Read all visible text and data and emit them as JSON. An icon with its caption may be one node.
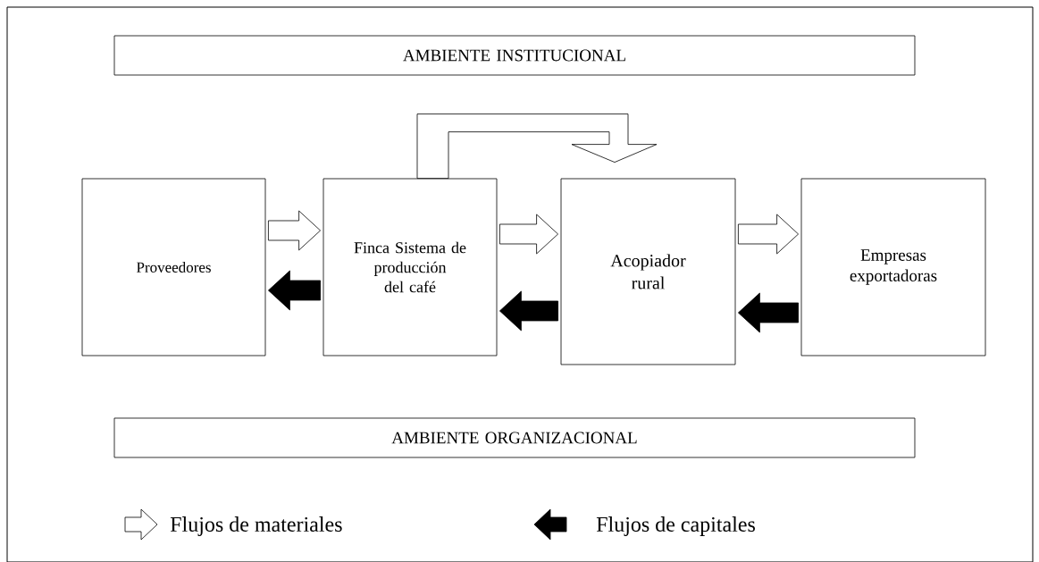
{
  "diagram": {
    "nodes": [
      {
        "text": [
          "AMBIENTE INSTITUCIONAL"
        ]
      },
      {
        "text": [
          "Proveedores"
        ]
      },
      {
        "text": [
          "Finca Sistema de producción del café"
        ]
      },
      {
        "text": [
          "Acopiador rural"
        ]
      },
      {
        "text": [
          "Empresas exportadoras"
        ]
      },
      {
        "text": [
          "AMBIENTE ORGANIZACIONAL"
        ]
      }
    ],
    "edges": [
      {
        "from": 1,
        "to": 2,
        "arrow": "to"
      },
      {
        "from": 2,
        "to": 1,
        "arrow": "to",
        "color": "#000000"
      },
      {
        "from": 2,
        "to": 3,
        "arrow": "to"
      },
      {
        "from": 3,
        "to": 2,
        "arrow": "to",
        "color": "#000000"
      },
      {
        "from": 3,
        "to": 4,
        "arrow": "to"
      },
      {
        "from": 4,
        "to": 3,
        "arrow": "to",
        "color": "#000000"
      },
      {
        "from": 2,
        "to": 3,
        "arrow": "to"
      }
    ],
    "legend": [
      {
        "text": "Flujos de materiales"
      },
      {
        "text": "Flujos de capitales"
      }
    ]
  }
}
